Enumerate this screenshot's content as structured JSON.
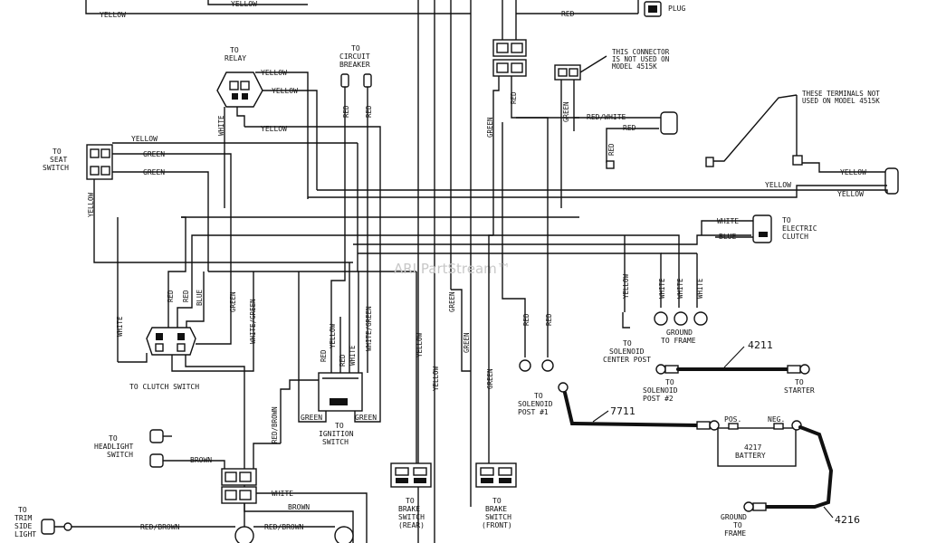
{
  "watermark": "ARI PartStream™",
  "labels": {
    "relay": [
      "TO",
      "RELAY"
    ],
    "breaker": [
      "TO",
      "CIRCUIT",
      "BREAKER"
    ],
    "seat": [
      "TO",
      "SEAT",
      "SWITCH"
    ],
    "clutchsw": "TO CLUTCH SWITCH",
    "headlight": [
      "TO",
      "HEADLIGHT",
      "SWITCH"
    ],
    "trim": [
      "TO",
      "TRIM",
      "SIDE",
      "LIGHT"
    ],
    "ignition": [
      "TO",
      "IGNITION",
      "SWITCH"
    ],
    "brake_rear": [
      "TO",
      "BRAKE",
      "SWITCH",
      "(REAR)"
    ],
    "brake_front": [
      "TO",
      "BRAKE",
      "SWITCH",
      "(FRONT)"
    ],
    "connector_note": [
      "THIS CONNECTOR",
      "IS NOT USED ON",
      "MODEL 4515K"
    ],
    "terminal_note": [
      "THESE TERMINALS NOT",
      "USED ON MODEL 4515K"
    ],
    "spark": "PLUG",
    "eclutch": [
      "TO",
      "ELECTRIC",
      "CLUTCH"
    ],
    "ground_frame": [
      "GROUND",
      "TO FRAME"
    ],
    "solenoid_center": [
      "TO",
      "SOLENOID",
      "CENTER POST"
    ],
    "solenoid1": [
      "TO",
      "SOLENOID",
      "POST #1"
    ],
    "solenoid2": [
      "TO",
      "SOLENOID",
      "POST #2"
    ],
    "starter": [
      "TO",
      "STARTER"
    ],
    "ground_frame2": [
      "GROUND",
      "TO",
      "FRAME"
    ],
    "battery": [
      "4217",
      "BATTERY"
    ],
    "pos": "POS.",
    "neg": "NEG."
  },
  "parts": {
    "p4211": "4211",
    "p7711": "7711",
    "p4216": "4216"
  },
  "wires": {
    "yellow": "YELLOW",
    "green": "GREEN",
    "red": "RED",
    "white": "WHITE",
    "blue": "BLUE",
    "brown": "BROWN",
    "red_white": "RED/WHITE",
    "white_green": "WHITE/GREEN",
    "red_brown": "RED/BROWN"
  }
}
